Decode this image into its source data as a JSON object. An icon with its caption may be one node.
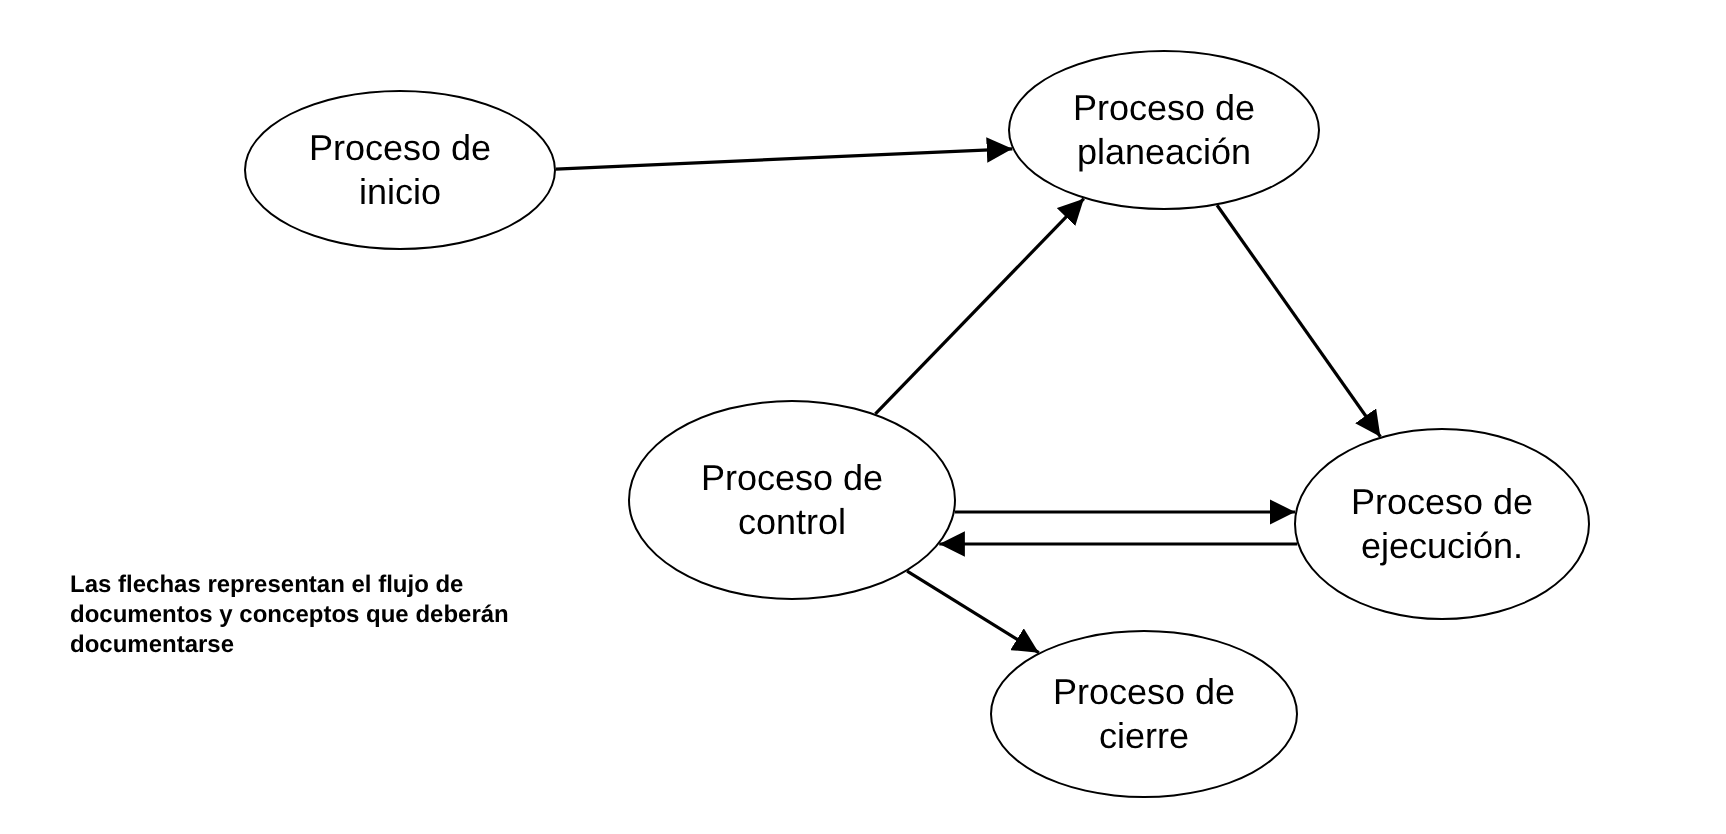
{
  "diagram": {
    "nodes": [
      {
        "text": [
          "Proceso de inicio"
        ]
      },
      {
        "text": [
          "Proceso de planeación"
        ]
      },
      {
        "text": [
          "Proceso de control"
        ]
      },
      {
        "text": [
          "Proceso de ejecución."
        ]
      },
      {
        "text": [
          "Proceso de cierre"
        ]
      }
    ],
    "edges": [
      {
        "from": 0,
        "to": 1,
        "arrow": "to"
      },
      {
        "from": 2,
        "to": 1,
        "arrow": "to"
      },
      {
        "from": 1,
        "to": 3,
        "arrow": "to"
      },
      {
        "from": 2,
        "to": 3,
        "arrow": "to"
      },
      {
        "from": 3,
        "to": 2,
        "arrow": "to"
      },
      {
        "from": 2,
        "to": 4,
        "arrow": "to"
      }
    ],
    "labels": [
      "Las flechas representan el flujo de documentos y conceptos que deberán documentarse"
    ]
  }
}
